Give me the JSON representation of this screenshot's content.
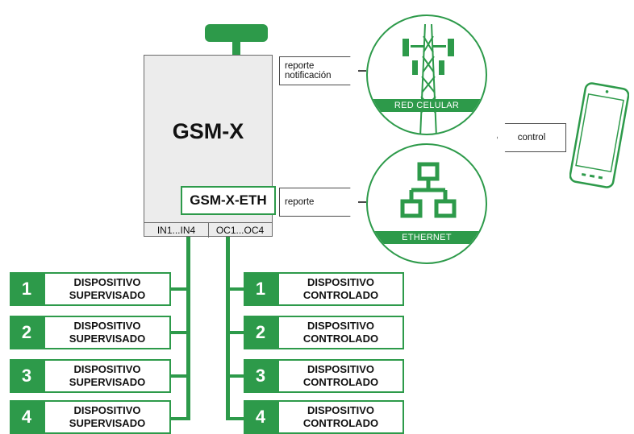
{
  "device": {
    "title": "GSM-X",
    "module": "GSM-X-ETH",
    "inputs_label": "IN1...IN4",
    "outputs_label": "OC1...OC4"
  },
  "tags": {
    "cellular_line1": "reporte",
    "cellular_line2": "notificación",
    "ethernet": "reporte",
    "phone": "control"
  },
  "networks": {
    "cellular": "RED CELULAR",
    "ethernet": "ETHERNET"
  },
  "supervised": [
    {
      "num": "1",
      "line1": "DISPOSITIVO",
      "line2": "SUPERVISADO"
    },
    {
      "num": "2",
      "line1": "DISPOSITIVO",
      "line2": "SUPERVISADO"
    },
    {
      "num": "3",
      "line1": "DISPOSITIVO",
      "line2": "SUPERVISADO"
    },
    {
      "num": "4",
      "line1": "DISPOSITIVO",
      "line2": "SUPERVISADO"
    }
  ],
  "controlled": [
    {
      "num": "1",
      "line1": "DISPOSITIVO",
      "line2": "CONTROLADO"
    },
    {
      "num": "2",
      "line1": "DISPOSITIVO",
      "line2": "CONTROLADO"
    },
    {
      "num": "3",
      "line1": "DISPOSITIVO",
      "line2": "CONTROLADO"
    },
    {
      "num": "4",
      "line1": "DISPOSITIVO",
      "line2": "CONTROLADO"
    }
  ],
  "colors": {
    "accent": "#2d9a4a",
    "box": "#ececec"
  },
  "icons": [
    "antenna-icon",
    "cell-tower-icon",
    "network-icon",
    "smartphone-icon"
  ]
}
